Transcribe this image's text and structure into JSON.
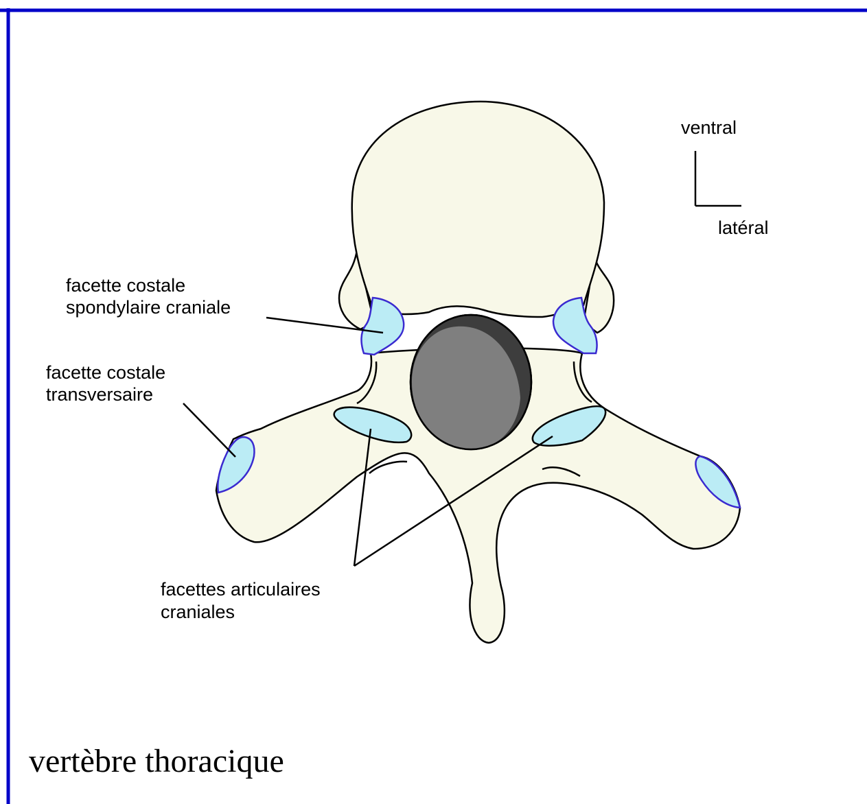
{
  "title": "vertèbre thoracique",
  "orientation": {
    "ventral": "ventral",
    "lateral": "latéral"
  },
  "labels": {
    "costal_spondylar_cranial": [
      "facette costale",
      "spondylaire craniale"
    ],
    "costal_transverse": [
      "facette costale",
      "transversaire"
    ],
    "articular_cranial": [
      "facettes articulaires",
      "craniales"
    ]
  },
  "colors": {
    "border": "#0000c8",
    "bone": "#f8f8e8",
    "facet_fill": "#bbecf5",
    "facet_stroke": "#3a2ad0",
    "canal": "#7f7f7f",
    "canal_shadow": "#3d3d3d",
    "outline": "#000000"
  }
}
